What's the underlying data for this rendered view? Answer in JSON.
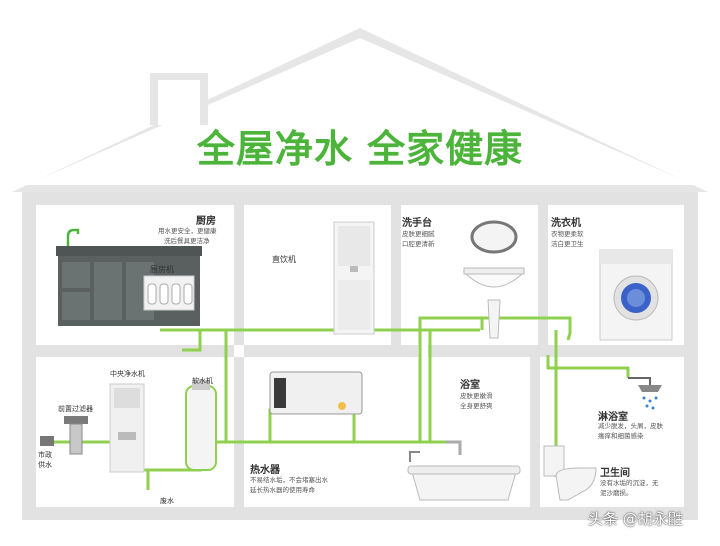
{
  "headline": "全屋净水 全家健康",
  "rooms": {
    "kitchen": {
      "title": "厨房",
      "desc1": "用水更安全，更健康",
      "desc2": "洗后餐具更洁净"
    },
    "sink": {
      "title": "洗手台",
      "desc1": "皮肤更细腻",
      "desc2": "口腔更清新"
    },
    "laundry": {
      "title": "洗衣机",
      "desc1": "衣物更柔软",
      "desc2": "洁白更卫生"
    },
    "bath": {
      "title": "浴室",
      "desc1": "皮肤更嫩滑",
      "desc2": "全身更舒爽"
    },
    "shower": {
      "title": "淋浴室",
      "desc1": "减少脱发，头屑，皮肤",
      "desc2": "瘙痒和细菌感染"
    },
    "toilet": {
      "title": "卫生间",
      "desc1": "没有水垢的沉淀，无",
      "desc2": "泥沙磨损。"
    },
    "heater": {
      "title": "热水器",
      "desc1": "不易结水垢，不会堵塞出水",
      "desc2": "延长热水器的使用寿命"
    }
  },
  "devices": {
    "kitchen_purifier": "厨房机",
    "drinking": "直饮机",
    "central": "中央净水机",
    "softener": "软水机",
    "prefilter": "前置过滤器",
    "municipal": "市政供水",
    "waste": "废水"
  },
  "watermark": "头条 @胡永鼪",
  "colors": {
    "green": "#4cb43a",
    "pipe": "#8fd14f",
    "wall": "#dcdcdc",
    "roof": "#e3e3e3"
  }
}
